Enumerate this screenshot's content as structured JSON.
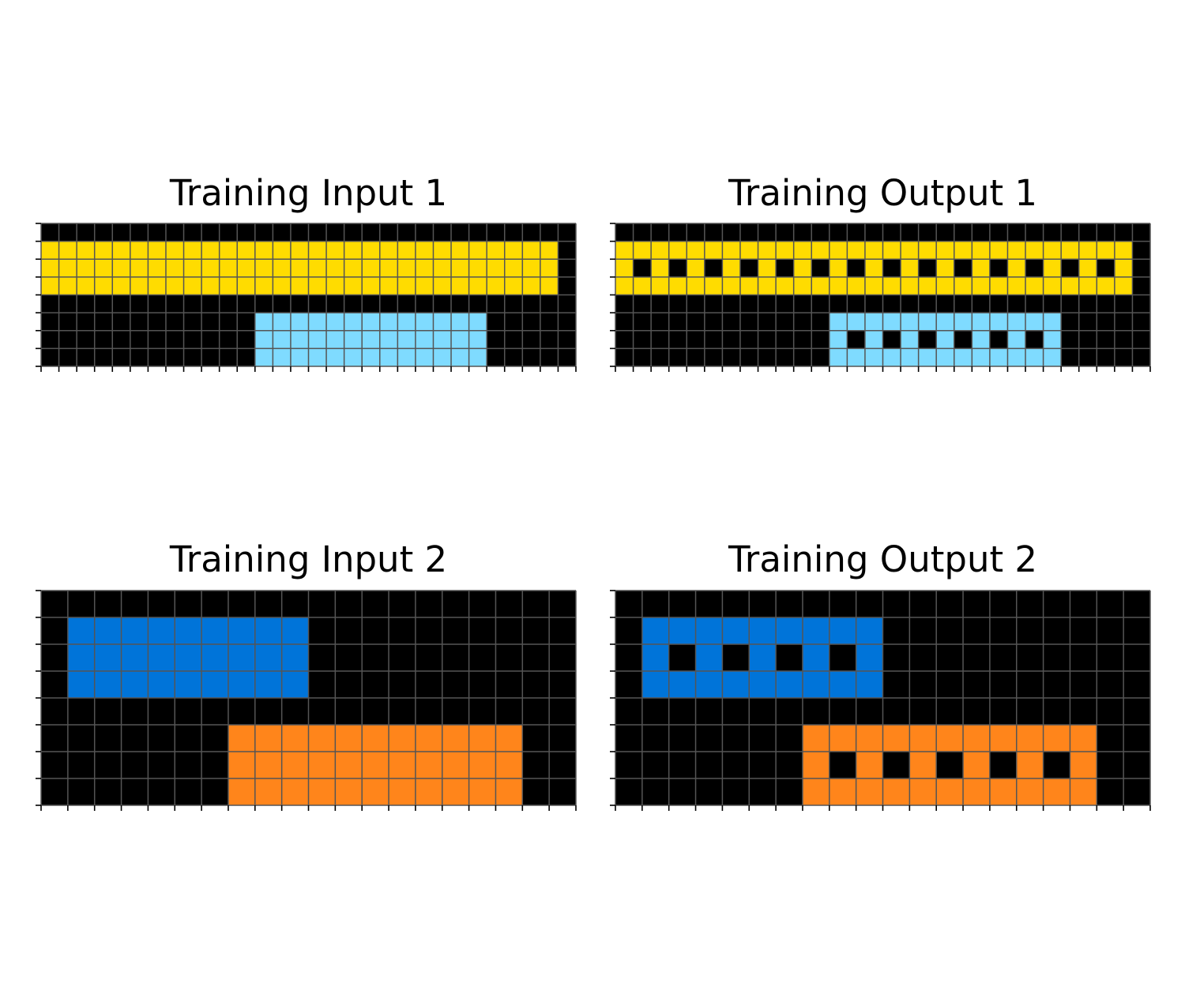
{
  "palette": {
    "0": "#000000",
    "1": "#0074D9",
    "4": "#FFDC00",
    "7": "#FF851B",
    "8": "#7FDBFF"
  },
  "grid_line_color": "#555555",
  "panels": [
    {
      "title": "Training Input 1",
      "rows": 8,
      "cols": 30,
      "rects": [
        {
          "color": "4",
          "r0": 1,
          "r1": 3,
          "c0": 0,
          "c1": 28
        },
        {
          "color": "8",
          "r0": 5,
          "r1": 7,
          "c0": 12,
          "c1": 24
        }
      ],
      "holes": []
    },
    {
      "title": "Training Output 1",
      "rows": 8,
      "cols": 30,
      "rects": [
        {
          "color": "4",
          "r0": 1,
          "r1": 3,
          "c0": 0,
          "c1": 28
        },
        {
          "color": "8",
          "r0": 5,
          "r1": 7,
          "c0": 12,
          "c1": 24
        }
      ],
      "holes": [
        {
          "r": 2,
          "c0": 1,
          "c1": 27
        },
        {
          "r": 6,
          "c0": 13,
          "c1": 23
        }
      ]
    },
    {
      "title": "Training Input 2",
      "rows": 8,
      "cols": 20,
      "rects": [
        {
          "color": "1",
          "r0": 1,
          "r1": 3,
          "c0": 1,
          "c1": 9
        },
        {
          "color": "7",
          "r0": 5,
          "r1": 7,
          "c0": 7,
          "c1": 17
        }
      ],
      "holes": []
    },
    {
      "title": "Training Output 2",
      "rows": 8,
      "cols": 20,
      "rects": [
        {
          "color": "1",
          "r0": 1,
          "r1": 3,
          "c0": 1,
          "c1": 9
        },
        {
          "color": "7",
          "r0": 5,
          "r1": 7,
          "c0": 7,
          "c1": 17
        }
      ],
      "holes": [
        {
          "r": 2,
          "c0": 2,
          "c1": 8
        },
        {
          "r": 6,
          "c0": 8,
          "c1": 16
        }
      ]
    }
  ]
}
